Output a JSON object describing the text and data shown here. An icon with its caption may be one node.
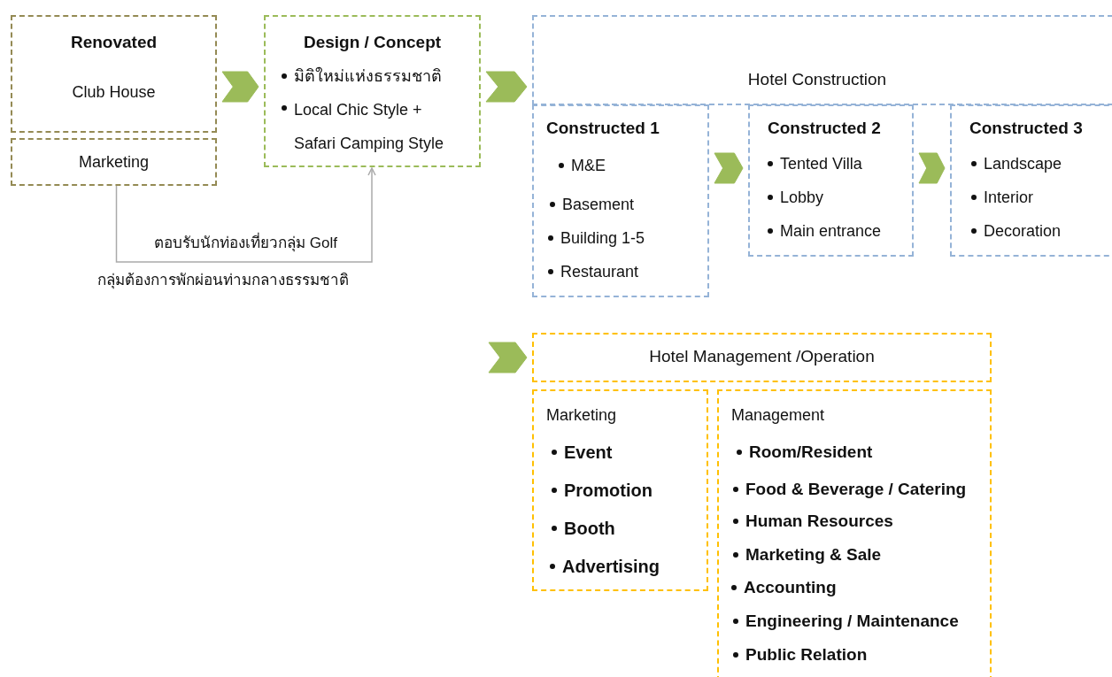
{
  "diagram": {
    "nodes": [
      {
        "text": [
          "Renovated",
          "Club House"
        ]
      },
      {
        "text": [
          "Marketing"
        ]
      },
      {
        "text": [
          "Design / Concept",
          "มิติใหม่แห่งธรรมชาติ",
          "Local Chic Style + Safari Camping Style"
        ]
      },
      {
        "text": [
          "Hotel Construction"
        ]
      },
      {
        "text": [
          "Constructed 1",
          "M&E",
          "Basement",
          "Building 1-5",
          "Restaurant"
        ]
      },
      {
        "text": [
          "Constructed 2",
          "Tented Villa",
          "Lobby",
          "Main entrance"
        ]
      },
      {
        "text": [
          "Constructed 3",
          "Landscape",
          "Interior",
          "Decoration"
        ]
      },
      {
        "text": [
          "Hotel Management /Operation"
        ]
      },
      {
        "text": [
          "Marketing",
          "Event",
          "Promotion",
          "Booth",
          "Advertising"
        ]
      },
      {
        "text": [
          "Management",
          "Room/Resident",
          "Food & Beverage / Catering",
          "Human Resources",
          "Marketing & Sale",
          "Accounting",
          "Engineering / Maintenance",
          "Public Relation"
        ]
      }
    ],
    "edges": [
      {
        "from": 0,
        "to": 2,
        "arrow": "to",
        "style": "thick",
        "color": "#9bbb59"
      },
      {
        "from": 2,
        "to": 3,
        "arrow": "to",
        "style": "thick",
        "color": "#9bbb59"
      },
      {
        "from": 4,
        "to": 5,
        "arrow": "to",
        "style": "thick",
        "color": "#9bbb59"
      },
      {
        "from": 5,
        "to": 6,
        "arrow": "to",
        "style": "thick",
        "color": "#9bbb59"
      },
      {
        "from": null,
        "to": 7,
        "arrow": "to",
        "style": "thick",
        "color": "#9bbb59"
      },
      {
        "from": 1,
        "to": 2,
        "arrow": "to",
        "label": "ตอบรับนักท่องเที่ยวกลุ่ม Golf"
      }
    ],
    "labels": [
      "กลุ่มต้องการพักผ่อนท่ามกลางธรรมชาติ"
    ]
  }
}
